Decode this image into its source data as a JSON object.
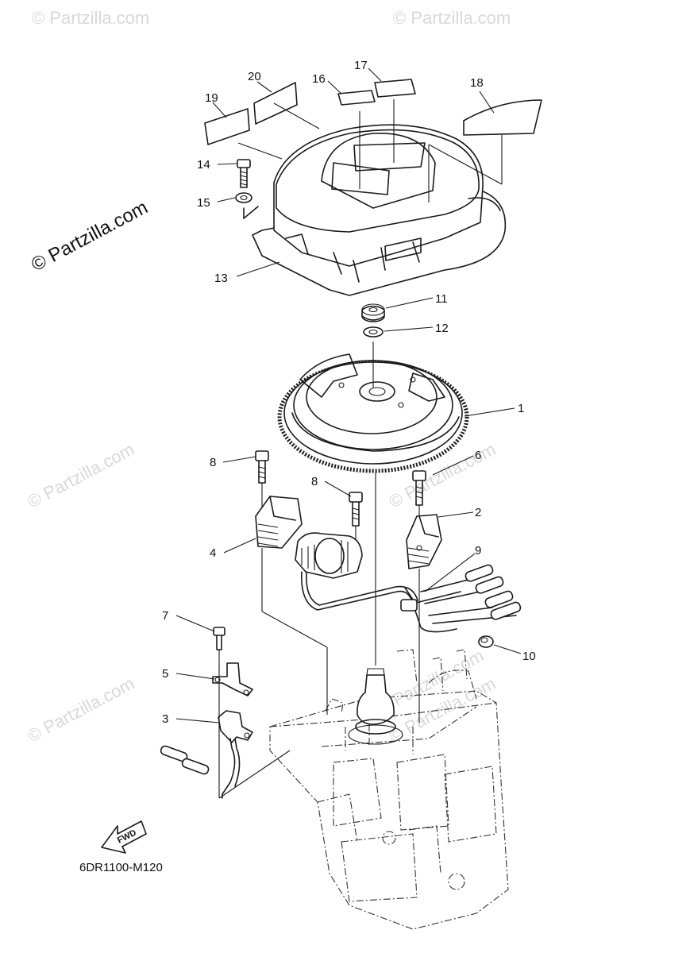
{
  "watermark": {
    "main": "© Partzilla.com",
    "repeat": "© Partzilla.com"
  },
  "callouts": [
    "1",
    "2",
    "3",
    "4",
    "5",
    "6",
    "7",
    "8",
    "8",
    "9",
    "10",
    "11",
    "12",
    "13",
    "14",
    "15",
    "16",
    "17",
    "18",
    "19",
    "20"
  ],
  "fwd_label": "FWD",
  "diagram_code": "6DR1100-M120"
}
